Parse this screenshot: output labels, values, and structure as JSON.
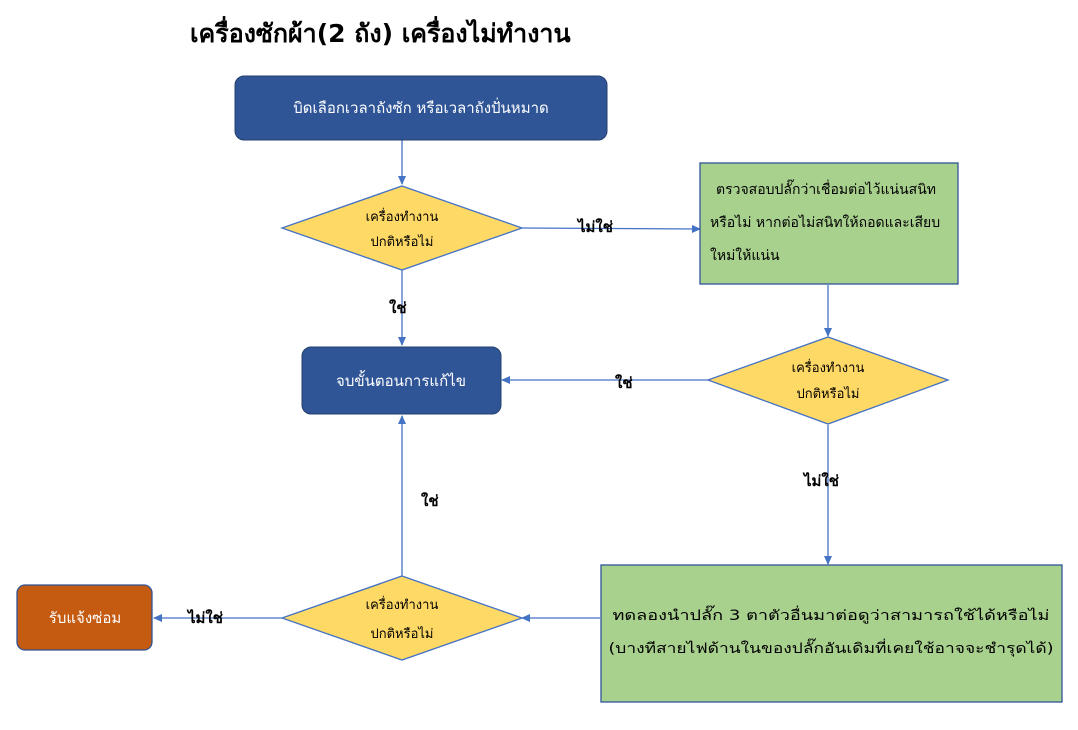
{
  "title": "เครื่องซักผ้า(2 ถัง) เครื่องไม่ทำงาน",
  "colors": {
    "navy": "#2f5597",
    "navy_border": "#243f6e",
    "diamond_fill": "#ffd966",
    "diamond_border": "#4472c4",
    "green_fill": "#a9d18e",
    "green_border": "#2f5597",
    "orange_fill": "#c55a11",
    "orange_border": "#2f5597",
    "arrow": "#4472c4"
  },
  "nodes": {
    "start": {
      "text": "บิดเลือกเวลาถังซัก หรือเวลาถังปั่นหมาด"
    },
    "decision_1": {
      "line1": "เครื่องทำงาน",
      "line2": "ปกติหรือไม่"
    },
    "check_plug": {
      "lines": [
        "ตรวจสอบปลั๊กว่าเชื่อมต่อไว้แน่นสนิท",
        "หรือไม่ หากต่อไม่สนิทให้ถอดและเสียบ",
        "ใหม่ให้แน่น"
      ]
    },
    "decision_2": {
      "line1": "เครื่องทำงาน",
      "line2": "ปกติหรือไม่"
    },
    "end": {
      "text": "จบขั้นตอนการแก้ไข"
    },
    "try_other_outlet": {
      "lines": [
        "ทดลองนำปลั๊ก 3 ตาตัวอื่นมาต่อดูว่าสามารถใช้ได้หรือไม่",
        "(บางทีสายไฟด้านในของปลั๊กอันเดิมที่เคยใช้อาจจะชำรุดได้)"
      ]
    },
    "decision_3": {
      "line1": "เครื่องทำงาน",
      "line2": "ปกติหรือไม่"
    },
    "repair": {
      "text": "รับแจ้งซ่อม"
    }
  },
  "edge_labels": {
    "d1_no": "ไม่ใช่",
    "d1_yes": "ใช่",
    "d2_yes": "ใช่",
    "d2_no": "ไม่ใช่",
    "d3_yes": "ใช่",
    "d3_no": "ไม่ใช่"
  }
}
